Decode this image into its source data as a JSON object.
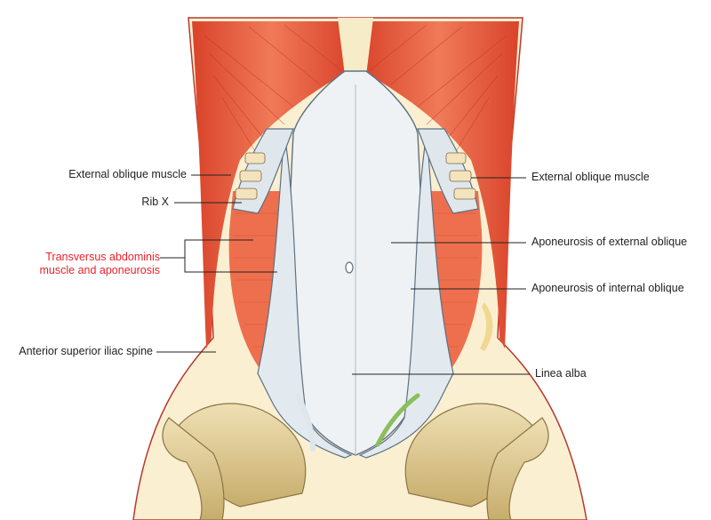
{
  "labels": {
    "external_oblique_left": "External oblique muscle",
    "rib_x": "Rib X",
    "transversus_line1": "Transversus abdominis",
    "transversus_line2": "muscle and aponeurosis",
    "anterior_superior_iliac_spine": "Anterior superior iliac spine",
    "external_oblique_right": "External oblique muscle",
    "aponeurosis_external_oblique": "Aponeurosis of external oblique",
    "aponeurosis_internal_oblique": "Aponeurosis of internal oblique",
    "linea_alba": "Linea alba"
  },
  "colors": {
    "muscle": "#e8573a",
    "muscle_light": "#f28a68",
    "aponeurosis": "#eef2f5",
    "bone": "#d9c48f",
    "skin": "#fbefd2",
    "highlight_label": "#e8232a"
  }
}
